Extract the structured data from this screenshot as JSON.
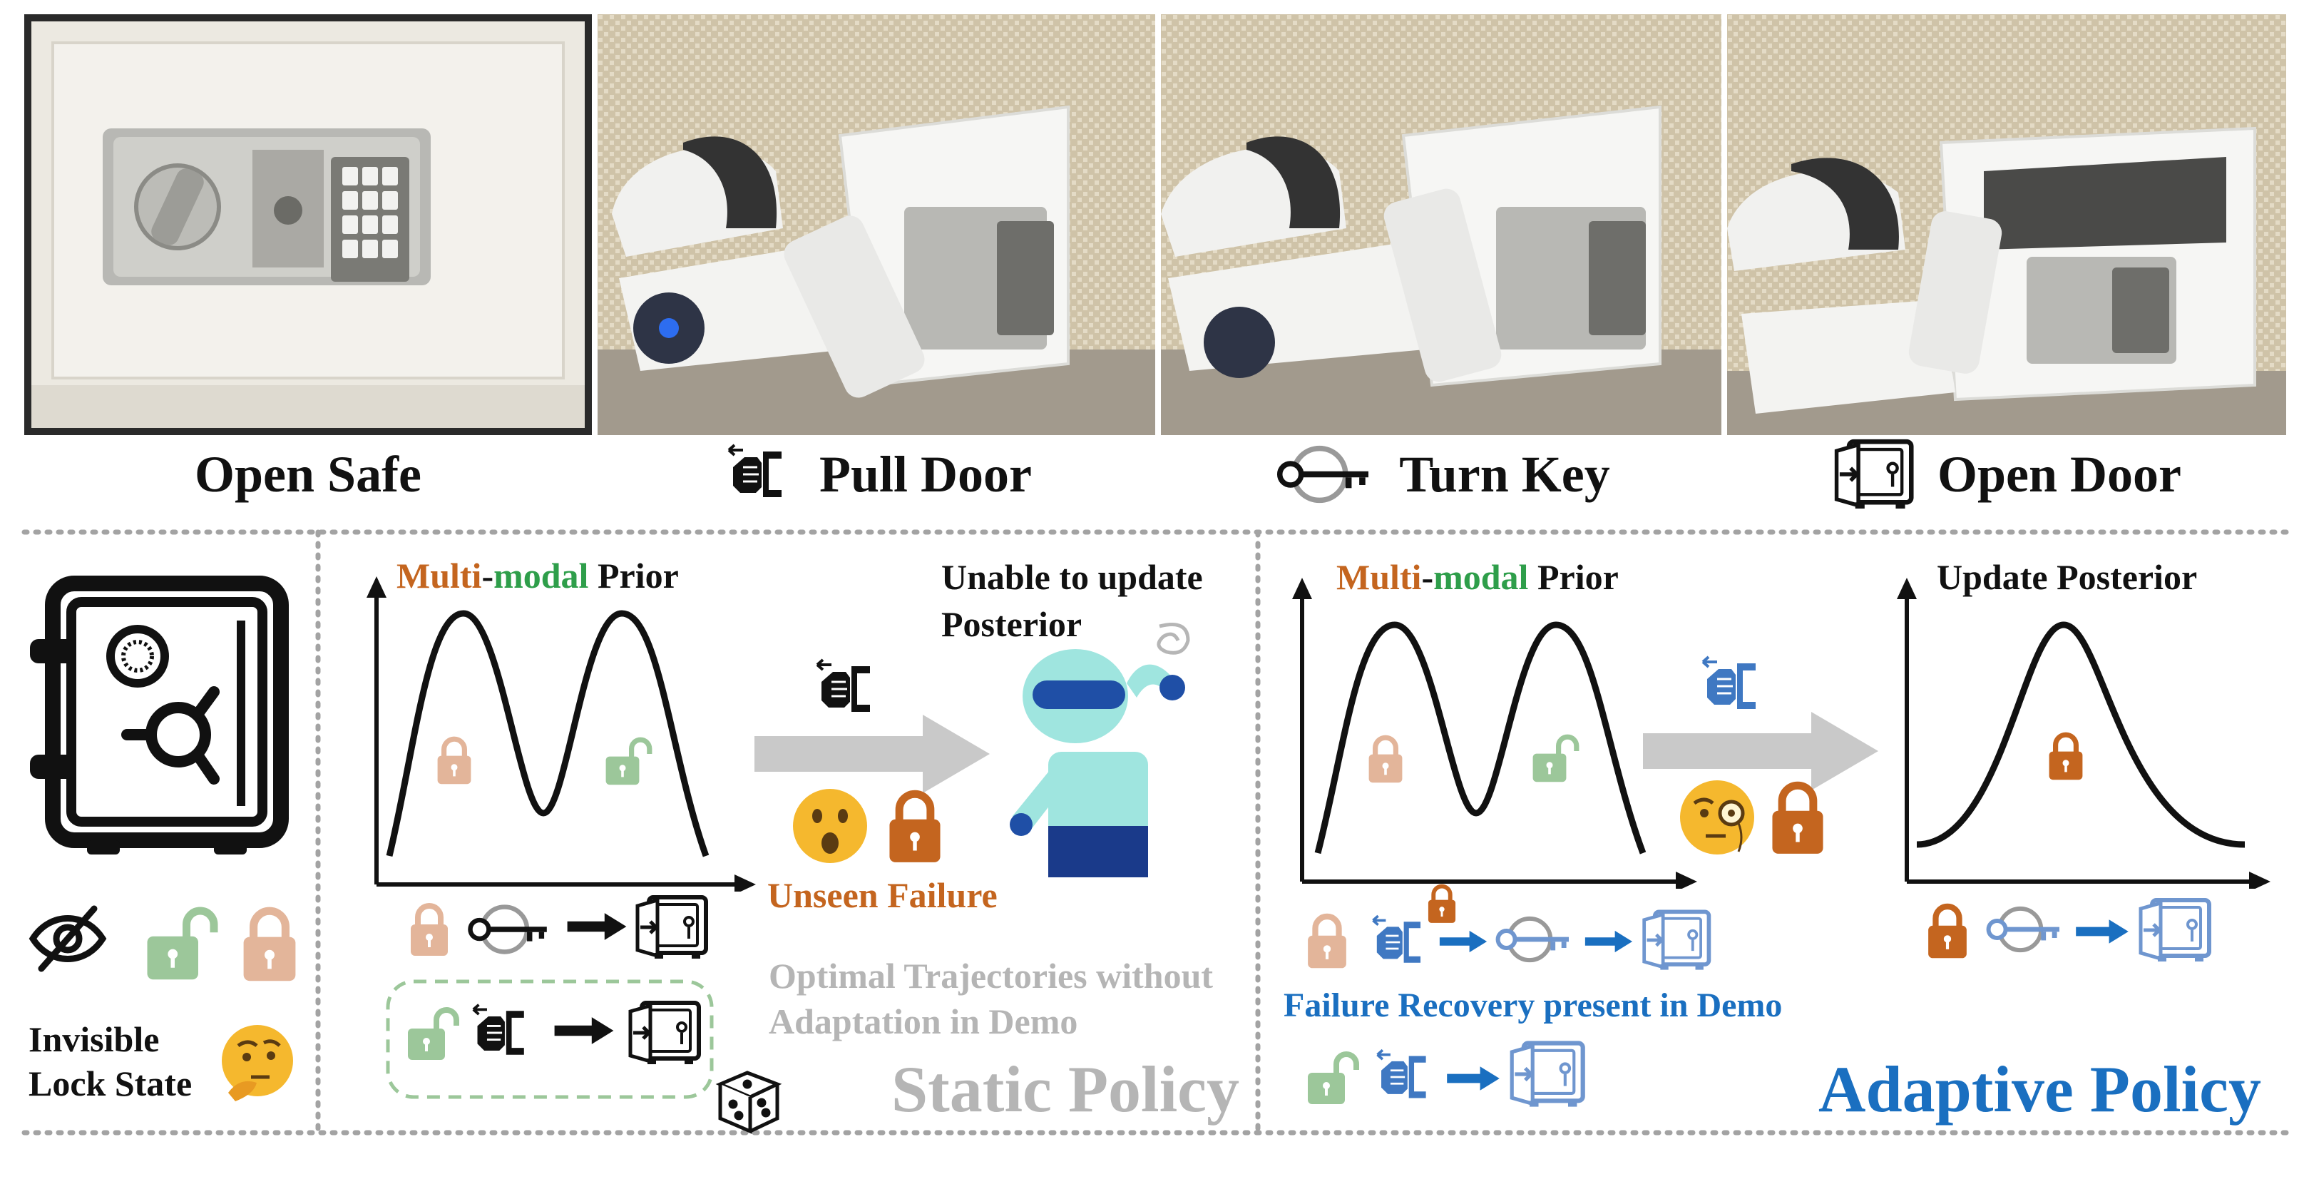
{
  "photos": [
    {
      "caption": "Open Safe",
      "icon": "safe-front-photo"
    },
    {
      "caption": "Pull Door",
      "icon": "pull-hand-icon"
    },
    {
      "caption": "Turn Key",
      "icon": "key-rotate-icon"
    },
    {
      "caption": "Open Door",
      "icon": "open-safe-icon"
    }
  ],
  "left_panel": {
    "line1": "Invisible",
    "line2": "Lock State"
  },
  "static_panel": {
    "prior_multi": "Multi",
    "prior_dash": "-",
    "prior_modal": "modal",
    "prior_rest": " Prior",
    "unable_line1": "Unable to update",
    "unable_line2": "Posterior",
    "unseen_failure": "Unseen Failure",
    "optimal_line1": "Optimal Trajectories without",
    "optimal_line2": "Adaptation in Demo",
    "policy": "Static Policy"
  },
  "adaptive_panel": {
    "prior_multi": "Multi",
    "prior_dash": "-",
    "prior_modal": "modal",
    "prior_rest": " Prior",
    "update_posterior": "Update Posterior",
    "failure_recovery": "Failure Recovery present in Demo",
    "policy": "Adaptive Policy"
  },
  "colors": {
    "multi": "#c4651f",
    "modal": "#2e9e4a",
    "blue": "#1a6fc0",
    "gray_text": "#b5b5b5",
    "lock_orange": "#c4651f",
    "lock_peach": "#e3b59a",
    "lock_green": "#9cc79a"
  }
}
